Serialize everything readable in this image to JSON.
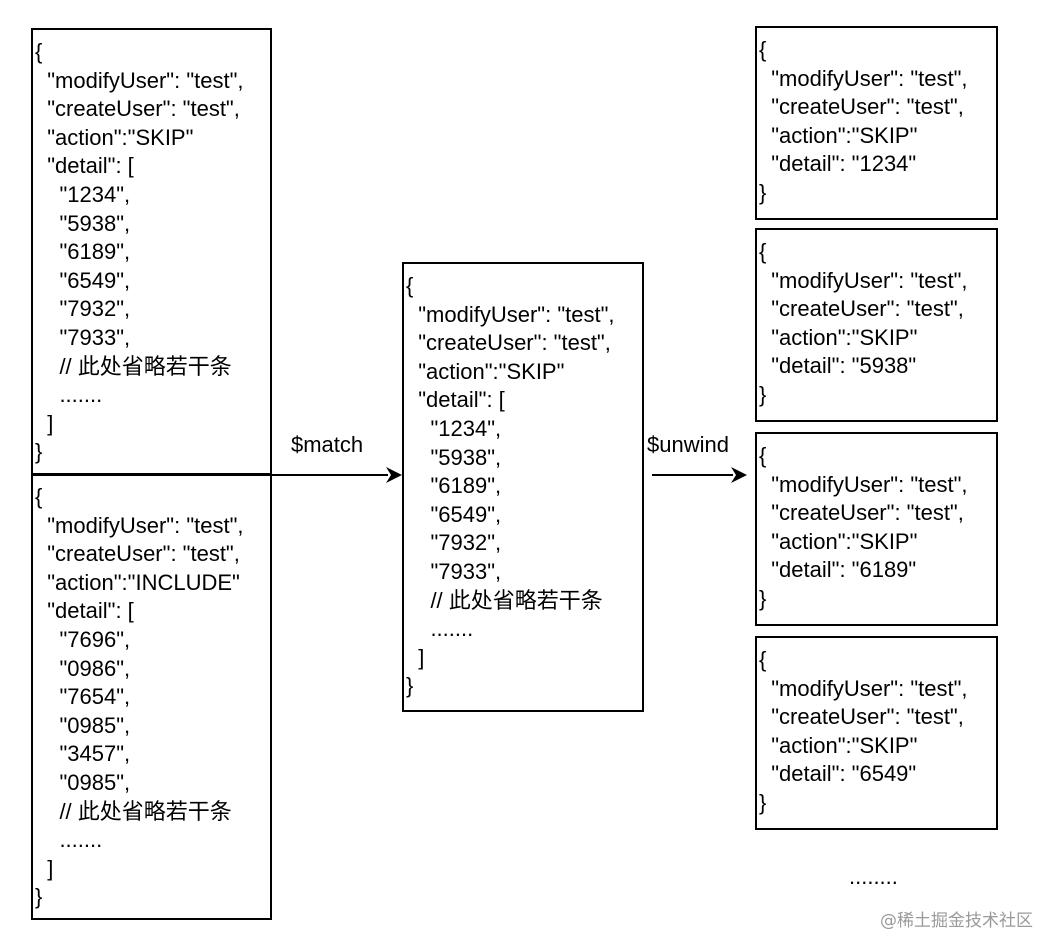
{
  "input_documents": [
    {
      "lines": [
        "{",
        "  \"modifyUser\": \"test\",",
        "  \"createUser\": \"test\",",
        "  \"action\":\"SKIP\"",
        "  \"detail\": [",
        "    \"1234\",",
        "    \"5938\",",
        "    \"6189\",",
        "    \"6549\",",
        "    \"7932\",",
        "    \"7933\",",
        "    // 此处省略若干条",
        "    .......",
        "  ]",
        "}"
      ]
    },
    {
      "lines": [
        "{",
        "  \"modifyUser\": \"test\",",
        "  \"createUser\": \"test\",",
        "  \"action\":\"INCLUDE\"",
        "  \"detail\": [",
        "    \"7696\",",
        "    \"0986\",",
        "    \"7654\",",
        "    \"0985\",",
        "    \"3457\",",
        "    \"0985\",",
        "    // 此处省略若干条",
        "    .......",
        "  ]",
        "}"
      ]
    }
  ],
  "match_result": {
    "lines": [
      "{",
      "  \"modifyUser\": \"test\",",
      "  \"createUser\": \"test\",",
      "  \"action\":\"SKIP\"",
      "  \"detail\": [",
      "    \"1234\",",
      "    \"5938\",",
      "    \"6189\",",
      "    \"6549\",",
      "    \"7932\",",
      "    \"7933\",",
      "    // 此处省略若干条",
      "    .......",
      "  ]",
      "}"
    ]
  },
  "unwind_results": [
    {
      "lines": [
        "{",
        "  \"modifyUser\": \"test\",",
        "  \"createUser\": \"test\",",
        "  \"action\":\"SKIP\"",
        "  \"detail\": \"1234\"",
        "}"
      ]
    },
    {
      "lines": [
        "{",
        "  \"modifyUser\": \"test\",",
        "  \"createUser\": \"test\",",
        "  \"action\":\"SKIP\"",
        "  \"detail\": \"5938\"",
        "}"
      ]
    },
    {
      "lines": [
        "{",
        "  \"modifyUser\": \"test\",",
        "  \"createUser\": \"test\",",
        "  \"action\":\"SKIP\"",
        "  \"detail\": \"6189\"",
        "}"
      ]
    },
    {
      "lines": [
        "{",
        "  \"modifyUser\": \"test\",",
        "  \"createUser\": \"test\",",
        "  \"action\":\"SKIP\"",
        "  \"detail\": \"6549\"",
        "}"
      ]
    }
  ],
  "stages": {
    "match_label": "$match",
    "unwind_label": "$unwind"
  },
  "more_results": "........",
  "watermark": "@稀土掘金技术社区"
}
